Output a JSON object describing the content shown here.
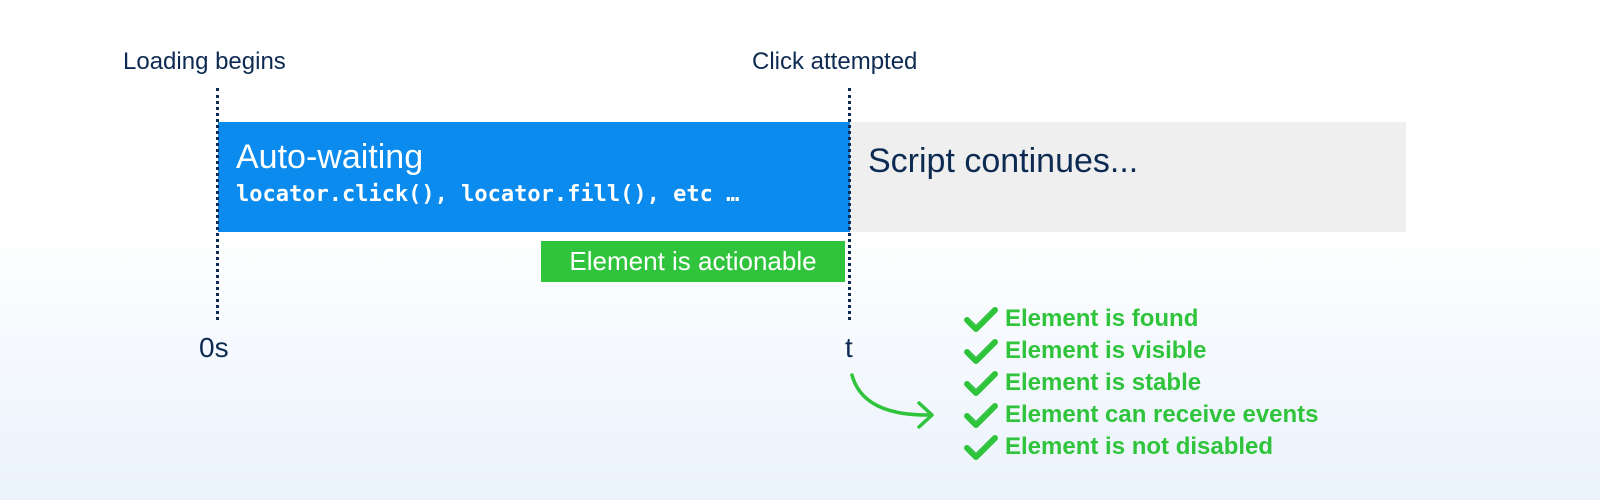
{
  "timeline": {
    "start_marker_label": "Loading begins",
    "end_marker_label": "Click attempted",
    "start_tick": "0s",
    "end_tick": "t"
  },
  "auto_wait_bar": {
    "title": "Auto-waiting",
    "code": "locator.click(), locator.fill(), etc …",
    "color": "#0a8bed"
  },
  "continue_bar": {
    "text": "Script continues...",
    "color": "#efefef"
  },
  "actionable_badge": {
    "text": "Element is actionable",
    "color": "#2fc43b"
  },
  "checks": [
    {
      "icon": "checkmark-icon",
      "label": "Element is found"
    },
    {
      "icon": "checkmark-icon",
      "label": "Element is visible"
    },
    {
      "icon": "checkmark-icon",
      "label": "Element is stable"
    },
    {
      "icon": "checkmark-icon",
      "label": "Element can receive events"
    },
    {
      "icon": "checkmark-icon",
      "label": "Element is not disabled"
    }
  ],
  "colors": {
    "text_dark": "#0d2b52",
    "check_green": "#2fc43b"
  }
}
